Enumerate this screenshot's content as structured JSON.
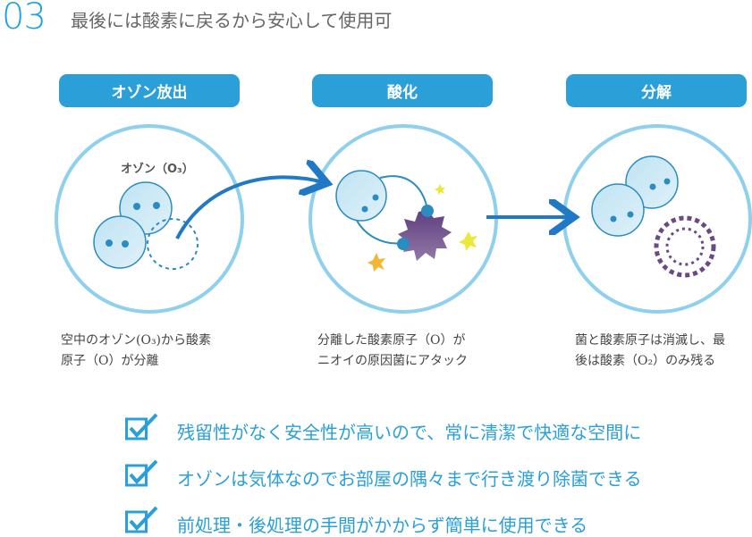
{
  "header": {
    "number": "03",
    "title": "最後には酸素に戻るから安心して使用可"
  },
  "steps": [
    {
      "label": "オゾン放出",
      "illustration_label": "オゾン（O₃）",
      "caption": [
        "空中のオゾン(O₃)から酸素",
        "原子（O）が分離"
      ]
    },
    {
      "label": "酸化",
      "caption": [
        "分離した酸素原子（O）が",
        "ニオイの原因菌にアタック"
      ]
    },
    {
      "label": "分解",
      "caption": [
        "菌と酸素原子は消滅し、最",
        "後は酸素（O₂）のみ残る"
      ]
    }
  ],
  "benefits": [
    "残留性がなく安全性が高いので、常に清潔で快適な空間に",
    "オゾンは気体なのでお部屋の隅々まで行き渡り除菌できる",
    "前処理・後処理の手間がかからず簡単に使用できる"
  ],
  "colors": {
    "accent": "#2a9fd8",
    "circle": "#8fd0ee",
    "arrow": "#2178c4",
    "germ": "#6a4a86"
  }
}
